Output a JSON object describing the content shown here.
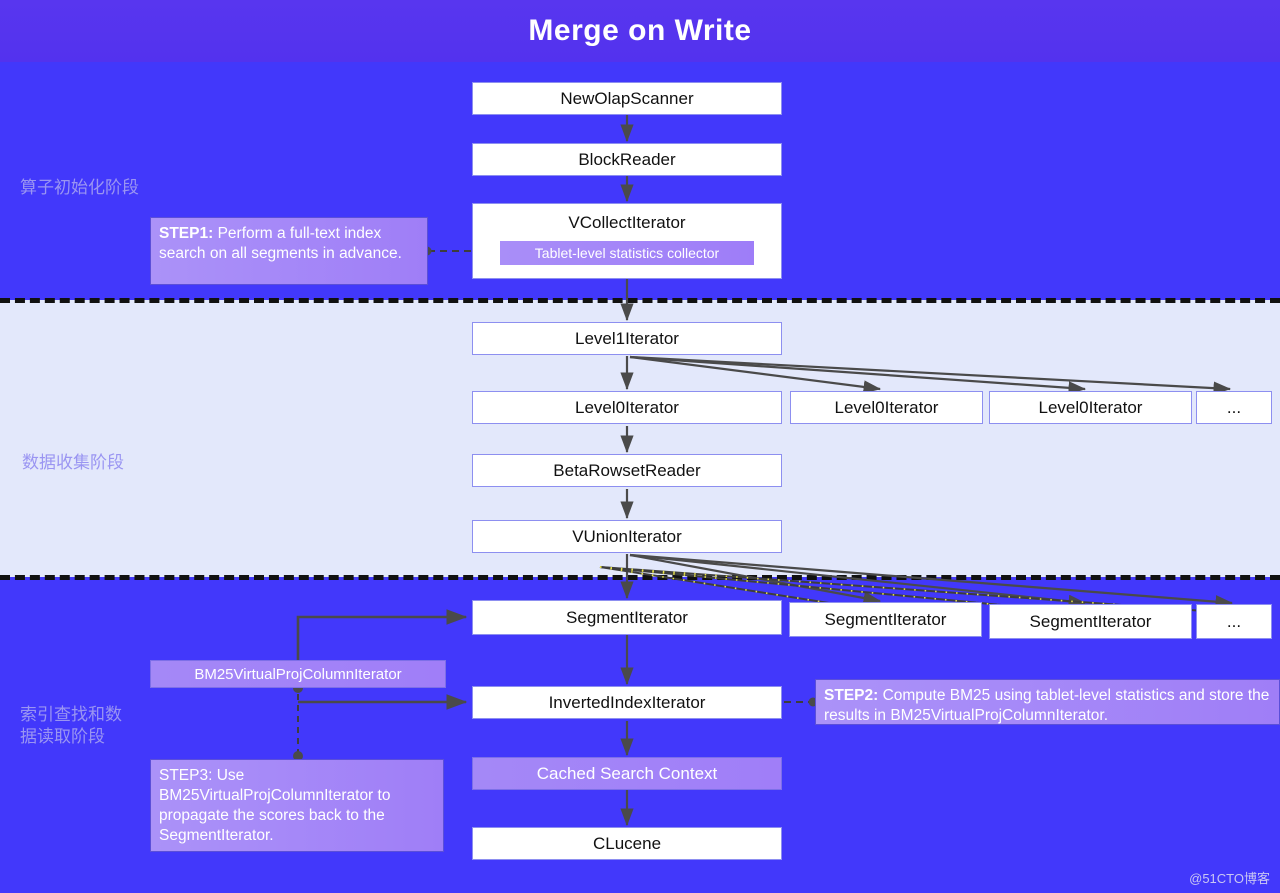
{
  "header": {
    "title": "Merge on Write"
  },
  "bands": {
    "init": {
      "label": "算子初始化阶段"
    },
    "collect": {
      "label": "数据收集阶段"
    },
    "index": {
      "label": "索引查找和数\n据读取阶段"
    }
  },
  "nodes": {
    "new_olap_scanner": "NewOlapScanner",
    "block_reader": "BlockReader",
    "vcollect_iterator": "VCollectIterator",
    "vcollect_iterator_chip": "Tablet-level statistics collector",
    "level1_iterator": "Level1Iterator",
    "level0_iterator_1": "Level0Iterator",
    "level0_iterator_2": "Level0Iterator",
    "level0_iterator_3": "Level0Iterator",
    "level0_ellipsis": "...",
    "beta_rowset_reader": "BetaRowsetReader",
    "vunion_iterator": "VUnionIterator",
    "segment_iterator_1": "SegmentIterator",
    "segment_iterator_2": "SegmentIterator",
    "segment_iterator_3": "SegmentIterator",
    "segment_ellipsis": "...",
    "bm25_virtual_proj_column_iterator": "BM25VirtualProjColumnIterator",
    "inverted_index_iterator": "InvertedIndexIterator",
    "cached_search_context": "Cached Search Context",
    "clucene": "CLucene"
  },
  "notes": {
    "step1": {
      "tag": "STEP1:",
      "text": " Perform a full-text index search on all segments in advance."
    },
    "step2": {
      "tag": "STEP2:",
      "text": " Compute BM25 using tablet-level statistics and store the results in BM25VirtualProjColumnIterator."
    },
    "step3": {
      "tag": "STEP3:",
      "text": " Use BM25VirtualProjColumnIterator to propagate the scores back to the SegmentIterator."
    }
  },
  "watermark": "@51CTO博客",
  "colors": {
    "header_bg": "#5433ee",
    "band_blue": "#4238fb",
    "band_lavender": "#e3e8fb",
    "node_fill": "#ffffff",
    "accent_purple": "#a184f7",
    "band_label": "#9a95f2",
    "edge": "#4a4a4a"
  }
}
